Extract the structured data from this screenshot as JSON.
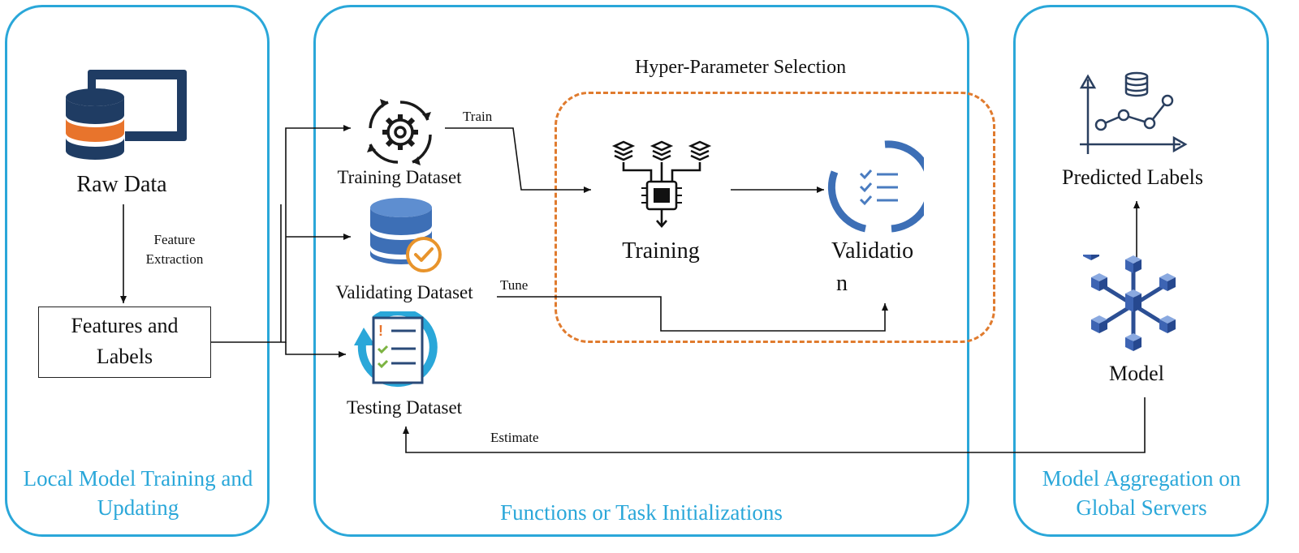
{
  "panels": {
    "left": "Local Model Training and Updating",
    "middle": "Functions or Task Initializations",
    "right": "Model Aggregation on Global Servers"
  },
  "nodes": {
    "raw_data": "Raw Data",
    "feature_extraction_line1": "Feature",
    "feature_extraction_line2": "Extraction",
    "features_labels_line1": "Features and",
    "features_labels_line2": "Labels",
    "training_dataset": "Training  Dataset",
    "validating_dataset": "Validating  Dataset",
    "testing_dataset": "Testing Dataset",
    "hyper_parameter_selection": "Hyper-Parameter  Selection",
    "training": "Training",
    "validation_line1": "Validatio",
    "validation_line2": "n",
    "predicted_labels": "Predicted  Labels",
    "model": "Model"
  },
  "edges": {
    "train": "Train",
    "tune": "Tune",
    "estimate": "Estimate"
  },
  "colors": {
    "panel_border": "#2aa7d9",
    "dashed_border": "#e07b2e",
    "icon_blue": "#3d6fb6",
    "icon_navy": "#1f3c63",
    "icon_orange": "#e8742c"
  },
  "icons": [
    "database-monitor-icon",
    "gear-cycle-icon",
    "database-check-icon",
    "checklist-refresh-icon",
    "layers-chip-icon",
    "validation-checklist-icon",
    "chart-database-icon",
    "cube-network-icon"
  ]
}
